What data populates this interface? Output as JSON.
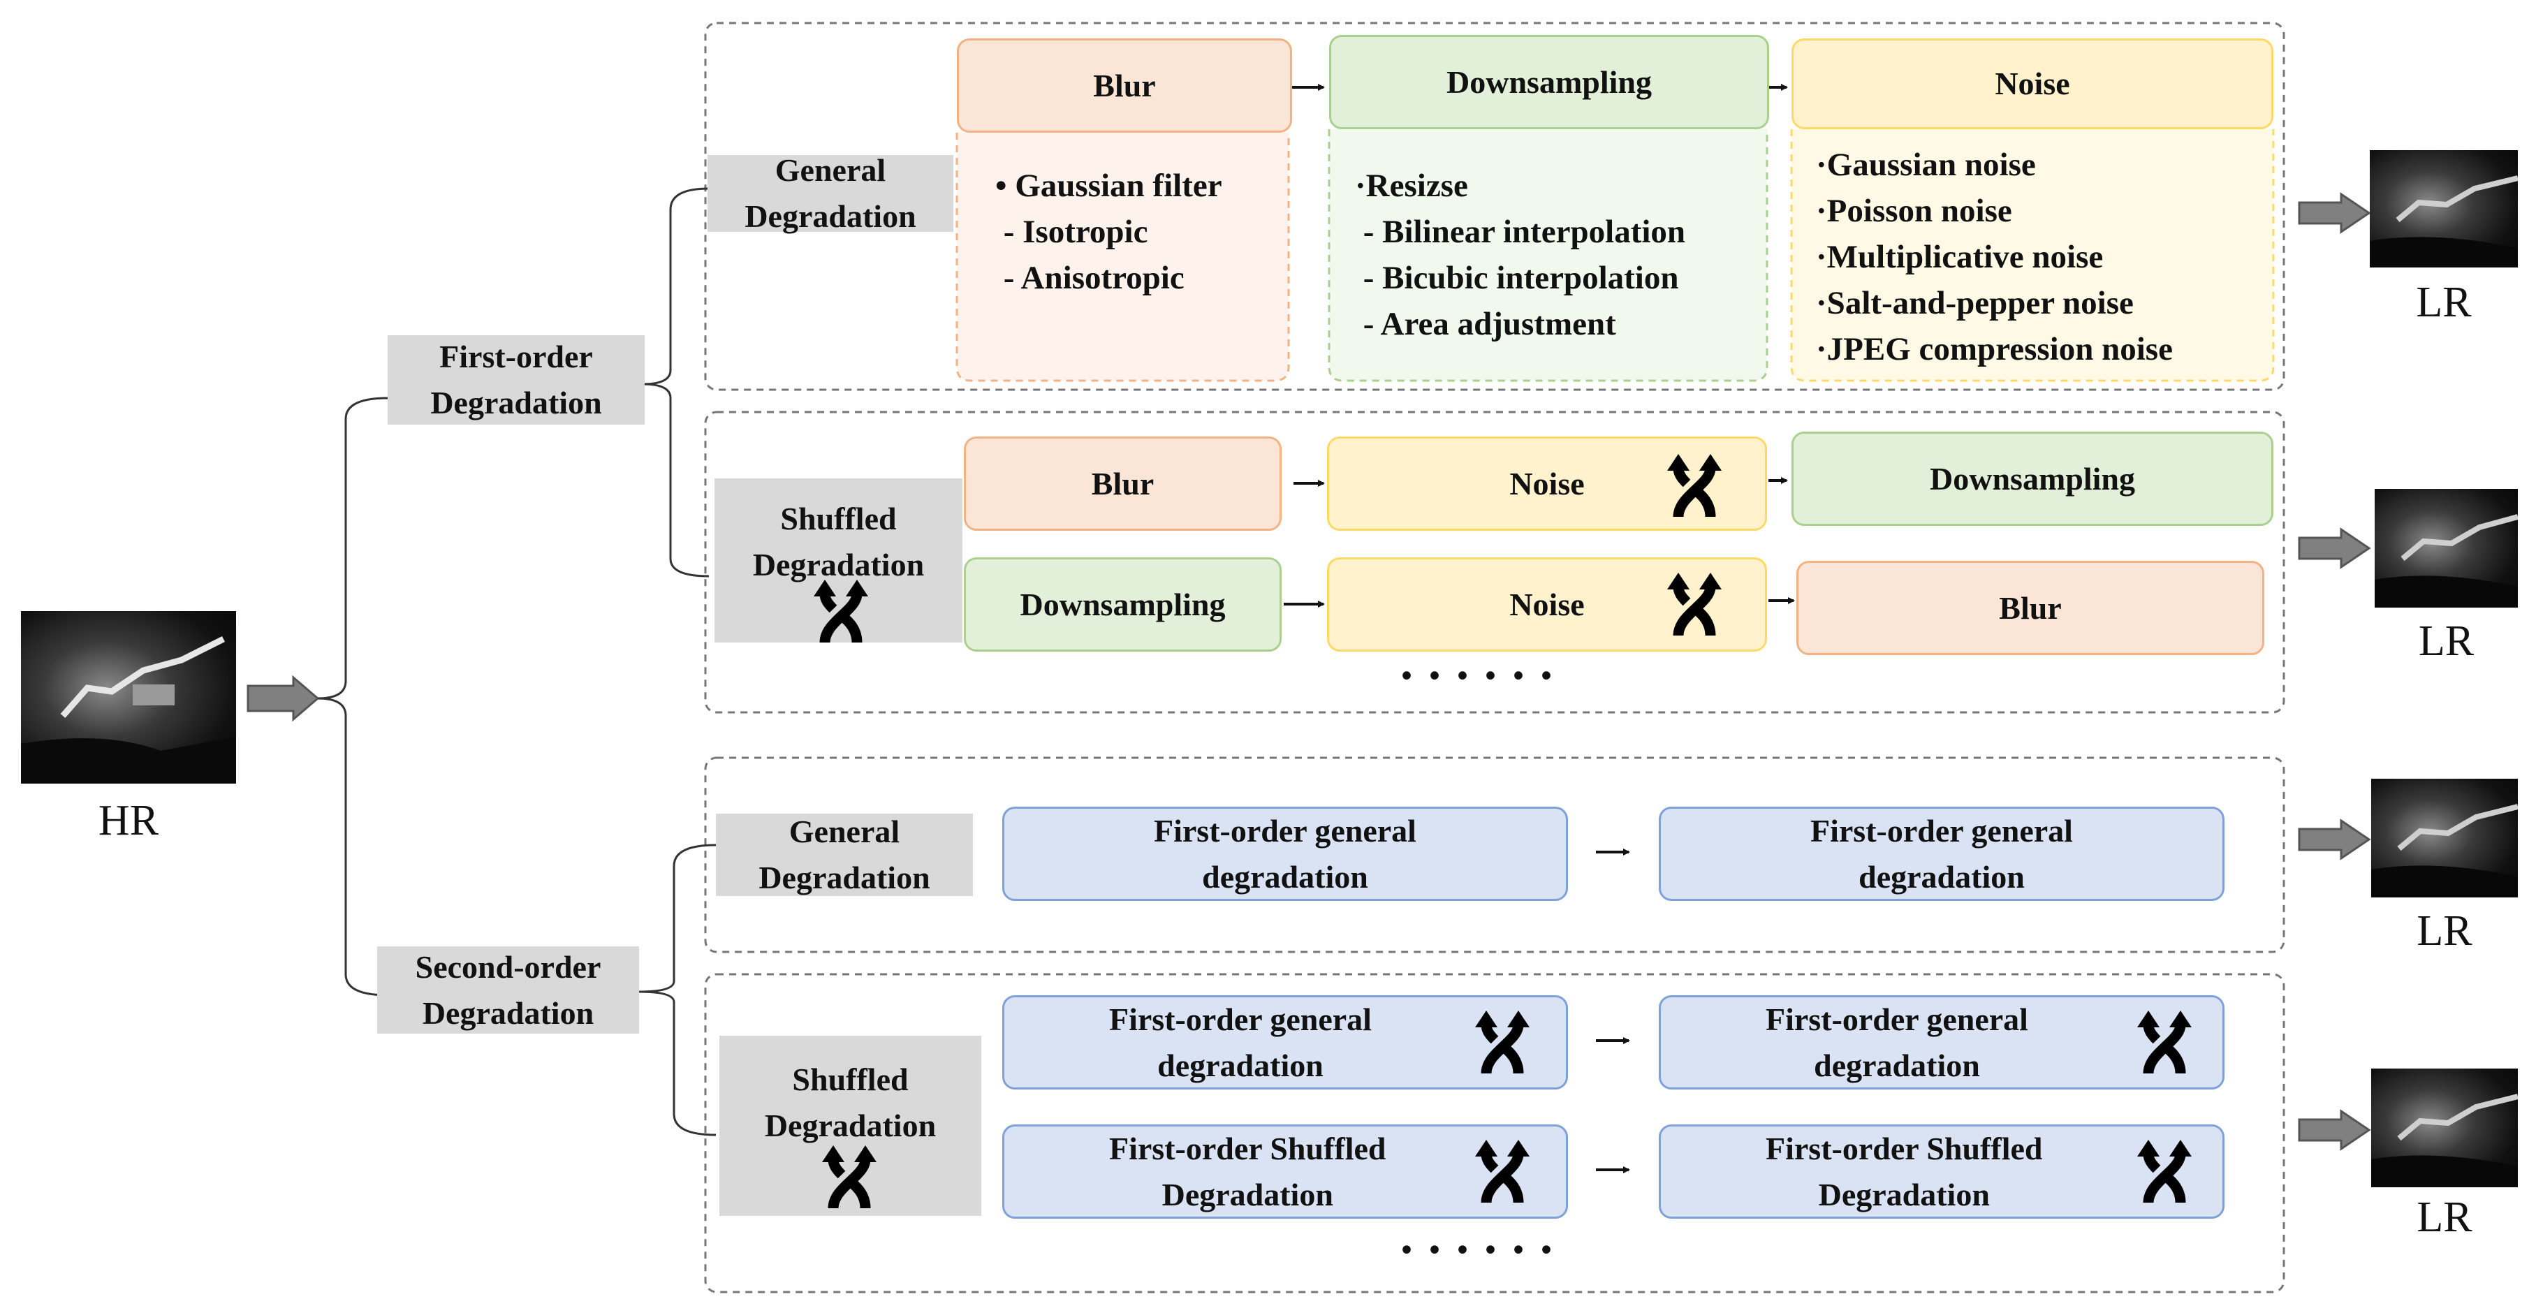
{
  "hr": {
    "label": "HR"
  },
  "lr_label": "LR",
  "first_order": {
    "title": "First-order\nDegradation",
    "general": {
      "title": "General\nDegradation",
      "blur": {
        "title": "Blur",
        "items": "• Gaussian filter\n - Isotropic\n - Anisotropic"
      },
      "downsampling": {
        "title": "Downsampling",
        "items": "·Resizse\n - Bilinear interpolation\n - Bicubic interpolation\n - Area adjustment"
      },
      "noise": {
        "title": "Noise",
        "items": "·Gaussian noise\n·Poisson noise\n·Multiplicative noise\n·Salt-and-pepper noise\n·JPEG compression noise"
      }
    },
    "shuffled": {
      "title": "Shuffled\nDegradation",
      "row1": [
        "Blur",
        "Noise",
        "Downsampling"
      ],
      "row2": [
        "Downsampling",
        "Noise",
        "Blur"
      ],
      "ellipsis": "......"
    }
  },
  "second_order": {
    "title": "Second-order\nDegradation",
    "general": {
      "title": "General\nDegradation",
      "row": [
        "First-order general\ndegradation",
        "First-order general\ndegradation"
      ]
    },
    "shuffled": {
      "title": "Shuffled\nDegradation",
      "row1": [
        "First-order general\ndegradation",
        "First-order general\ndegradation"
      ],
      "row2": [
        "First-order Shuffled\nDegradation",
        "First-order Shuffled\nDegradation"
      ],
      "ellipsis": "......"
    }
  },
  "colors": {
    "blur_fill": "#fbe5d6",
    "blur_stroke": "#f4b183",
    "down_fill": "#e2f0d9",
    "down_stroke": "#a9d18e",
    "noise_fill": "#fff2cc",
    "noise_stroke": "#ffd966",
    "blue_fill": "#dae3f3",
    "blue_stroke": "#7ea1d9",
    "label_gray": "#d9d9d9"
  },
  "icons": [
    "shuffle-icon",
    "arrow-icon",
    "brace-icon"
  ]
}
